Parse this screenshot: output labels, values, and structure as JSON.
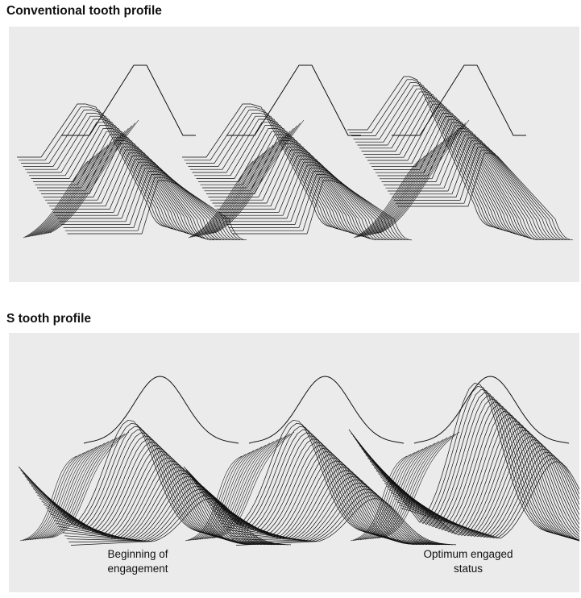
{
  "sections": [
    {
      "title": "Conventional tooth profile",
      "profile": "trapezoidal",
      "stages": [
        {
          "caption": ""
        },
        {
          "caption": ""
        },
        {
          "caption": ""
        }
      ]
    },
    {
      "title": "S tooth profile",
      "profile": "smooth-s",
      "stages": [
        {
          "caption": "Beginning of\nengagement"
        },
        {
          "caption": ""
        },
        {
          "caption": "Optimum engaged\nstatus"
        }
      ]
    }
  ],
  "colors": {
    "panel_bg": "#ebebeb",
    "line": "#111111",
    "text": "#111111"
  }
}
